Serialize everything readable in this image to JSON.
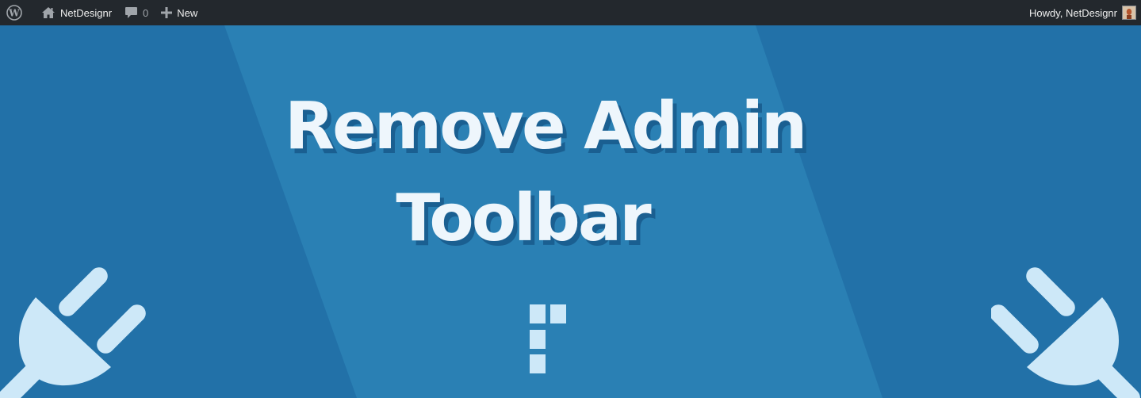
{
  "adminbar": {
    "site_name": "NetDesignr",
    "comments_count": "0",
    "new_label": "New",
    "howdy": "Howdy, NetDesignr",
    "icons": {
      "wordpress": "wordpress-logo-icon",
      "site": "home-icon",
      "comments": "comment-bubble-icon",
      "new": "plus-icon",
      "avatar": "user-avatar"
    }
  },
  "banner": {
    "title_line_1": "Remove Admin",
    "title_line_2": "Toolbar",
    "background_color": "#2271a8",
    "band_color": "#2a80b4",
    "title_color": "#eef6fc",
    "plug_color": "#cde8f8",
    "icons": {
      "left": "power-plug-icon",
      "right": "power-plug-icon",
      "center": "brand-logo-blocks"
    }
  }
}
